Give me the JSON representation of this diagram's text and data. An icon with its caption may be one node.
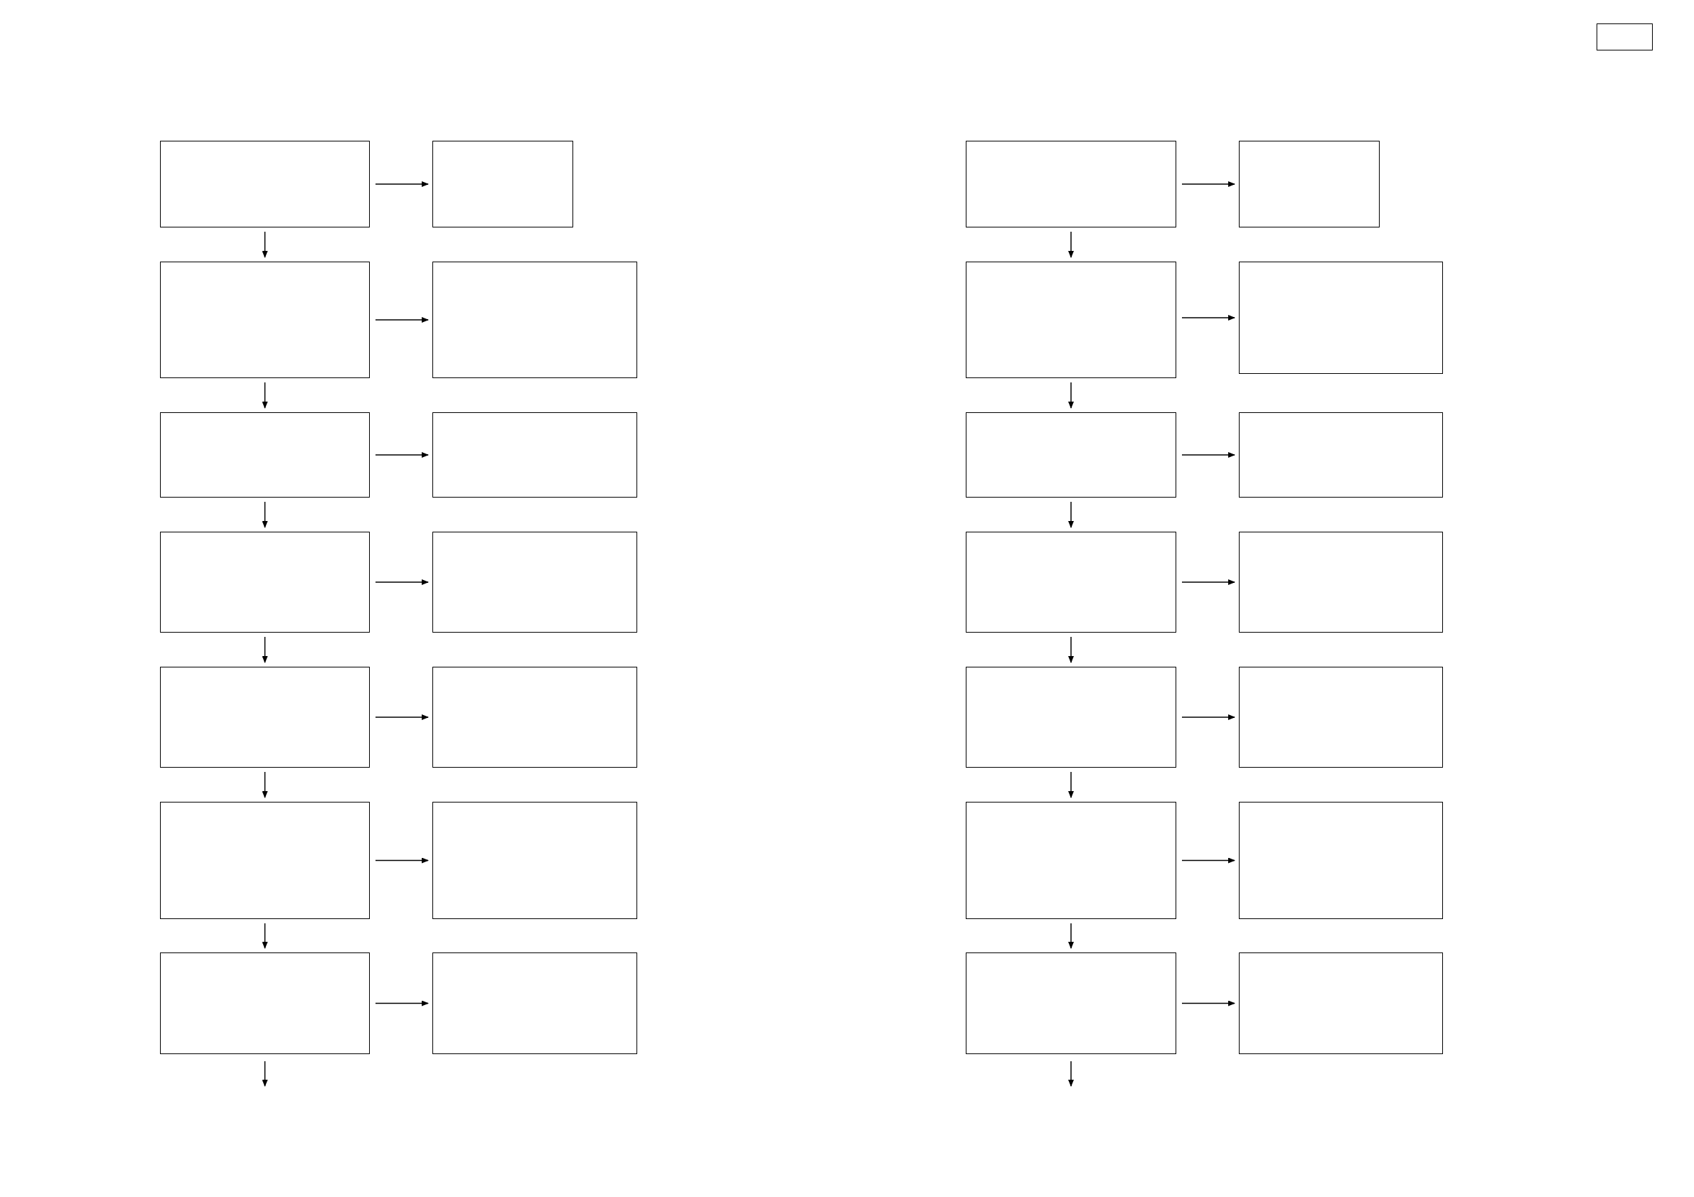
{
  "diagram": {
    "nodes": [
      {
        "text": [],
        "shape": "box"
      },
      {
        "text": [],
        "shape": "box"
      },
      {
        "text": [],
        "shape": "box"
      },
      {
        "text": [],
        "shape": "box"
      },
      {
        "text": [],
        "shape": "box"
      },
      {
        "text": [],
        "shape": "box"
      },
      {
        "text": [],
        "shape": "box"
      },
      {
        "text": [],
        "shape": "box"
      },
      {
        "text": [],
        "shape": "box"
      },
      {
        "text": [],
        "shape": "box"
      },
      {
        "text": [],
        "shape": "box"
      },
      {
        "text": [],
        "shape": "box"
      },
      {
        "text": [],
        "shape": "box"
      },
      {
        "text": [],
        "shape": "box"
      },
      {
        "text": [],
        "shape": "box"
      },
      {
        "text": [],
        "shape": "box"
      },
      {
        "text": [],
        "shape": "box"
      },
      {
        "text": [],
        "shape": "box"
      },
      {
        "text": [],
        "shape": "box"
      },
      {
        "text": [],
        "shape": "box"
      },
      {
        "text": [],
        "shape": "box"
      },
      {
        "text": [],
        "shape": "box"
      },
      {
        "text": [],
        "shape": "box"
      },
      {
        "text": [],
        "shape": "box"
      },
      {
        "text": [],
        "shape": "box"
      },
      {
        "text": [],
        "shape": "box"
      },
      {
        "text": [],
        "shape": "box"
      },
      {
        "text": [],
        "shape": "box"
      },
      {
        "text": [],
        "shape": "box"
      }
    ],
    "edges": [
      {
        "from": 0,
        "to": 1,
        "arrow": "to"
      },
      {
        "from": 0,
        "to": 2,
        "arrow": "to"
      },
      {
        "from": 2,
        "to": 3,
        "arrow": "to"
      },
      {
        "from": 2,
        "to": 4,
        "arrow": "to"
      },
      {
        "from": 4,
        "to": 5,
        "arrow": "to"
      },
      {
        "from": 4,
        "to": 6,
        "arrow": "to"
      },
      {
        "from": 6,
        "to": 7,
        "arrow": "to"
      },
      {
        "from": 6,
        "to": 8,
        "arrow": "to"
      },
      {
        "from": 8,
        "to": 9,
        "arrow": "to"
      },
      {
        "from": 8,
        "to": 10,
        "arrow": "to"
      },
      {
        "from": 10,
        "to": 11,
        "arrow": "to"
      },
      {
        "from": 10,
        "to": 12,
        "arrow": "to"
      },
      {
        "from": 12,
        "to": 13,
        "arrow": "to"
      },
      {
        "from": 12,
        "to": null,
        "arrow": "to"
      },
      {
        "from": 14,
        "to": 15,
        "arrow": "to"
      },
      {
        "from": 14,
        "to": 16,
        "arrow": "to"
      },
      {
        "from": 16,
        "to": 17,
        "arrow": "to"
      },
      {
        "from": 16,
        "to": 18,
        "arrow": "to"
      },
      {
        "from": 18,
        "to": 19,
        "arrow": "to"
      },
      {
        "from": 18,
        "to": 20,
        "arrow": "to"
      },
      {
        "from": 20,
        "to": 21,
        "arrow": "to"
      },
      {
        "from": 20,
        "to": 22,
        "arrow": "to"
      },
      {
        "from": 22,
        "to": 23,
        "arrow": "to"
      },
      {
        "from": 22,
        "to": 24,
        "arrow": "to"
      },
      {
        "from": 24,
        "to": 25,
        "arrow": "to"
      },
      {
        "from": 24,
        "to": 26,
        "arrow": "to"
      },
      {
        "from": 26,
        "to": 27,
        "arrow": "to"
      },
      {
        "from": 26,
        "to": null,
        "arrow": "to"
      }
    ]
  }
}
